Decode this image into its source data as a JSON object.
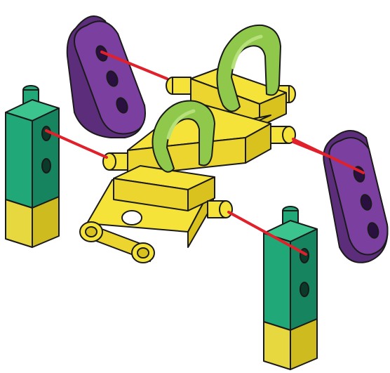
{
  "diagram": {
    "kind": "exploded-assembly",
    "parts": [
      {
        "id": "purple-link-left",
        "color": "purple",
        "holes": 3
      },
      {
        "id": "purple-link-right",
        "color": "purple",
        "holes": 3
      },
      {
        "id": "green-post-left",
        "color": "green",
        "holes": 2
      },
      {
        "id": "green-post-right",
        "color": "green",
        "holes": 2
      },
      {
        "id": "yellow-chassis",
        "color": "yellow"
      },
      {
        "id": "green-arch-front",
        "color": "lime"
      },
      {
        "id": "green-arch-back",
        "color": "lime"
      }
    ],
    "assembly_lines": 4
  },
  "colors": {
    "yellow": "#F5E33A",
    "yellow_dark": "#D9C21E",
    "green": "#20A878",
    "green_dark": "#178460",
    "lime": "#8FC84A",
    "lime_dark": "#6FA533",
    "purple": "#7B3FA0",
    "purple_dark": "#5C2D7A",
    "guide_line": "#E0202A",
    "outline": "#1A1A1A"
  }
}
